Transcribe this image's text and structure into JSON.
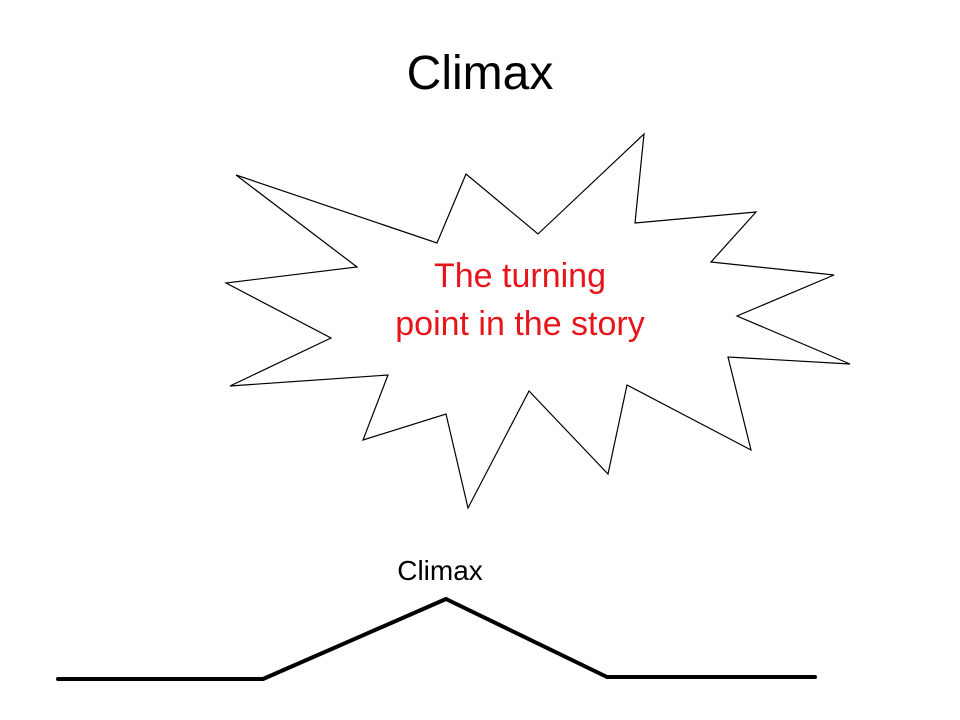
{
  "slide": {
    "title": "Climax",
    "burst": {
      "line1": "The turning",
      "line2": "point in the story",
      "text_color": "#e8141b",
      "outline_color": "#000000",
      "fill_color": "#ffffff"
    },
    "plot_label": "Climax",
    "plot_line_color": "#000000"
  }
}
